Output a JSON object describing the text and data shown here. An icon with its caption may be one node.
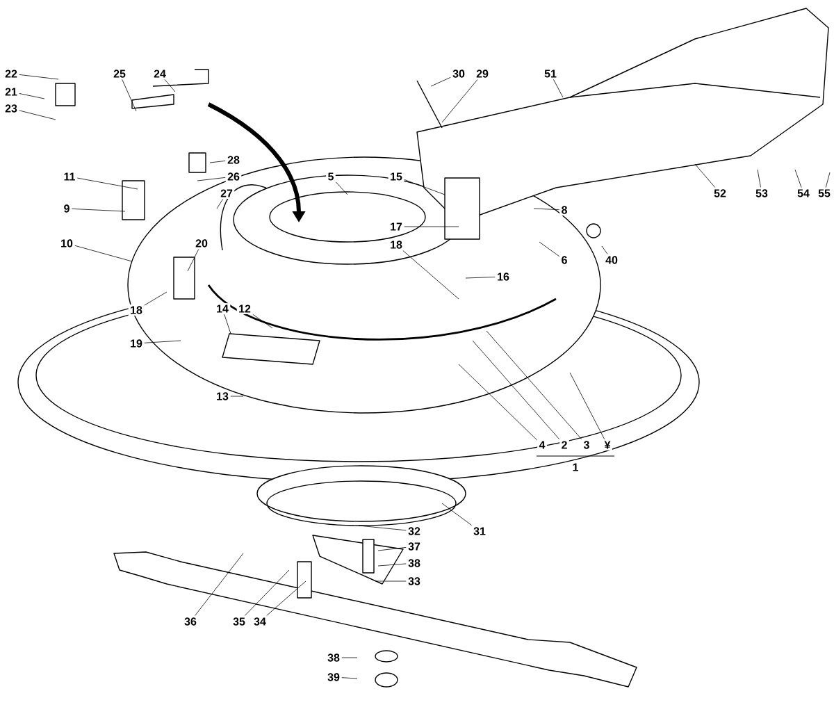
{
  "diagram": {
    "nodes": [
      {
        "text": [
          "22"
        ]
      },
      {
        "text": [
          "21"
        ]
      },
      {
        "text": [
          "23"
        ]
      },
      {
        "text": [
          "25"
        ]
      },
      {
        "text": [
          "24"
        ]
      },
      {
        "text": [
          "30"
        ]
      },
      {
        "text": [
          "29"
        ]
      },
      {
        "text": [
          "51"
        ]
      },
      {
        "text": [
          "11"
        ]
      },
      {
        "text": [
          "28"
        ]
      },
      {
        "text": [
          "26"
        ]
      },
      {
        "text": [
          "27"
        ]
      },
      {
        "text": [
          "5"
        ]
      },
      {
        "text": [
          "15"
        ]
      },
      {
        "text": [
          "52"
        ]
      },
      {
        "text": [
          "53"
        ]
      },
      {
        "text": [
          "54"
        ]
      },
      {
        "text": [
          "55"
        ]
      },
      {
        "text": [
          "9"
        ]
      },
      {
        "text": [
          "8"
        ]
      },
      {
        "text": [
          "17"
        ]
      },
      {
        "text": [
          "18"
        ]
      },
      {
        "text": [
          "10"
        ]
      },
      {
        "text": [
          "20"
        ]
      },
      {
        "text": [
          "6"
        ]
      },
      {
        "text": [
          "40"
        ]
      },
      {
        "text": [
          "16"
        ]
      },
      {
        "text": [
          "18"
        ]
      },
      {
        "text": [
          "14"
        ]
      },
      {
        "text": [
          "12"
        ]
      },
      {
        "text": [
          "19"
        ]
      },
      {
        "text": [
          "13"
        ]
      },
      {
        "text": [
          "4"
        ]
      },
      {
        "text": [
          "2"
        ]
      },
      {
        "text": [
          "3"
        ]
      },
      {
        "text": [
          "¥"
        ]
      },
      {
        "text": [
          "32"
        ]
      },
      {
        "text": [
          "31"
        ]
      },
      {
        "text": [
          "37"
        ]
      },
      {
        "text": [
          "38"
        ]
      },
      {
        "text": [
          "33"
        ]
      },
      {
        "text": [
          "36"
        ]
      },
      {
        "text": [
          "35"
        ]
      },
      {
        "text": [
          "34"
        ]
      },
      {
        "text": [
          "38"
        ]
      },
      {
        "text": [
          "39"
        ]
      }
    ],
    "edges": [
      {
        "from": 0,
        "to": null,
        "arrow": "none"
      },
      {
        "from": 1,
        "to": null,
        "arrow": "none"
      },
      {
        "from": 2,
        "to": null,
        "arrow": "none"
      },
      {
        "from": 3,
        "to": null,
        "arrow": "none"
      },
      {
        "from": 4,
        "to": null,
        "arrow": "none"
      },
      {
        "from": 5,
        "to": null,
        "arrow": "none"
      },
      {
        "from": 6,
        "to": null,
        "arrow": "none"
      },
      {
        "from": 7,
        "to": null,
        "arrow": "none"
      },
      {
        "from": 8,
        "to": null,
        "arrow": "none"
      },
      {
        "from": 9,
        "to": null,
        "arrow": "none"
      },
      {
        "from": 10,
        "to": null,
        "arrow": "none"
      },
      {
        "from": 11,
        "to": null,
        "arrow": "none"
      },
      {
        "from": 12,
        "to": null,
        "arrow": "none"
      },
      {
        "from": 13,
        "to": null,
        "arrow": "none"
      },
      {
        "from": 14,
        "to": null,
        "arrow": "none"
      },
      {
        "from": 15,
        "to": null,
        "arrow": "none"
      },
      {
        "from": 16,
        "to": null,
        "arrow": "none"
      },
      {
        "from": 17,
        "to": null,
        "arrow": "none"
      },
      {
        "from": 18,
        "to": null,
        "arrow": "none"
      },
      {
        "from": 19,
        "to": null,
        "arrow": "none"
      },
      {
        "from": 20,
        "to": null,
        "arrow": "none"
      },
      {
        "from": 21,
        "to": null,
        "arrow": "none"
      },
      {
        "from": 22,
        "to": null,
        "arrow": "none"
      },
      {
        "from": 23,
        "to": null,
        "arrow": "none"
      },
      {
        "from": 24,
        "to": null,
        "arrow": "none"
      },
      {
        "from": 25,
        "to": null,
        "arrow": "none"
      },
      {
        "from": 26,
        "to": null,
        "arrow": "none"
      },
      {
        "from": 27,
        "to": null,
        "arrow": "none"
      },
      {
        "from": 28,
        "to": null,
        "arrow": "none"
      },
      {
        "from": 29,
        "to": null,
        "arrow": "none"
      },
      {
        "from": 30,
        "to": null,
        "arrow": "none"
      },
      {
        "from": 31,
        "to": null,
        "arrow": "none"
      },
      {
        "from": 32,
        "to": null,
        "arrow": "none"
      },
      {
        "from": 33,
        "to": null,
        "arrow": "none"
      },
      {
        "from": 34,
        "to": null,
        "arrow": "none"
      },
      {
        "from": 35,
        "to": null,
        "arrow": "none"
      },
      {
        "from": 36,
        "to": null,
        "arrow": "none"
      },
      {
        "from": 37,
        "to": null,
        "arrow": "none"
      },
      {
        "from": 38,
        "to": null,
        "arrow": "none"
      },
      {
        "from": 39,
        "to": null,
        "arrow": "none"
      },
      {
        "from": 40,
        "to": null,
        "arrow": "none"
      },
      {
        "from": 41,
        "to": null,
        "arrow": "none"
      },
      {
        "from": 42,
        "to": null,
        "arrow": "none"
      },
      {
        "from": 43,
        "to": null,
        "arrow": "none"
      },
      {
        "from": 44,
        "to": null,
        "arrow": "none"
      },
      {
        "from": 45,
        "to": null,
        "arrow": "none"
      }
    ],
    "labels": [
      "1"
    ]
  }
}
